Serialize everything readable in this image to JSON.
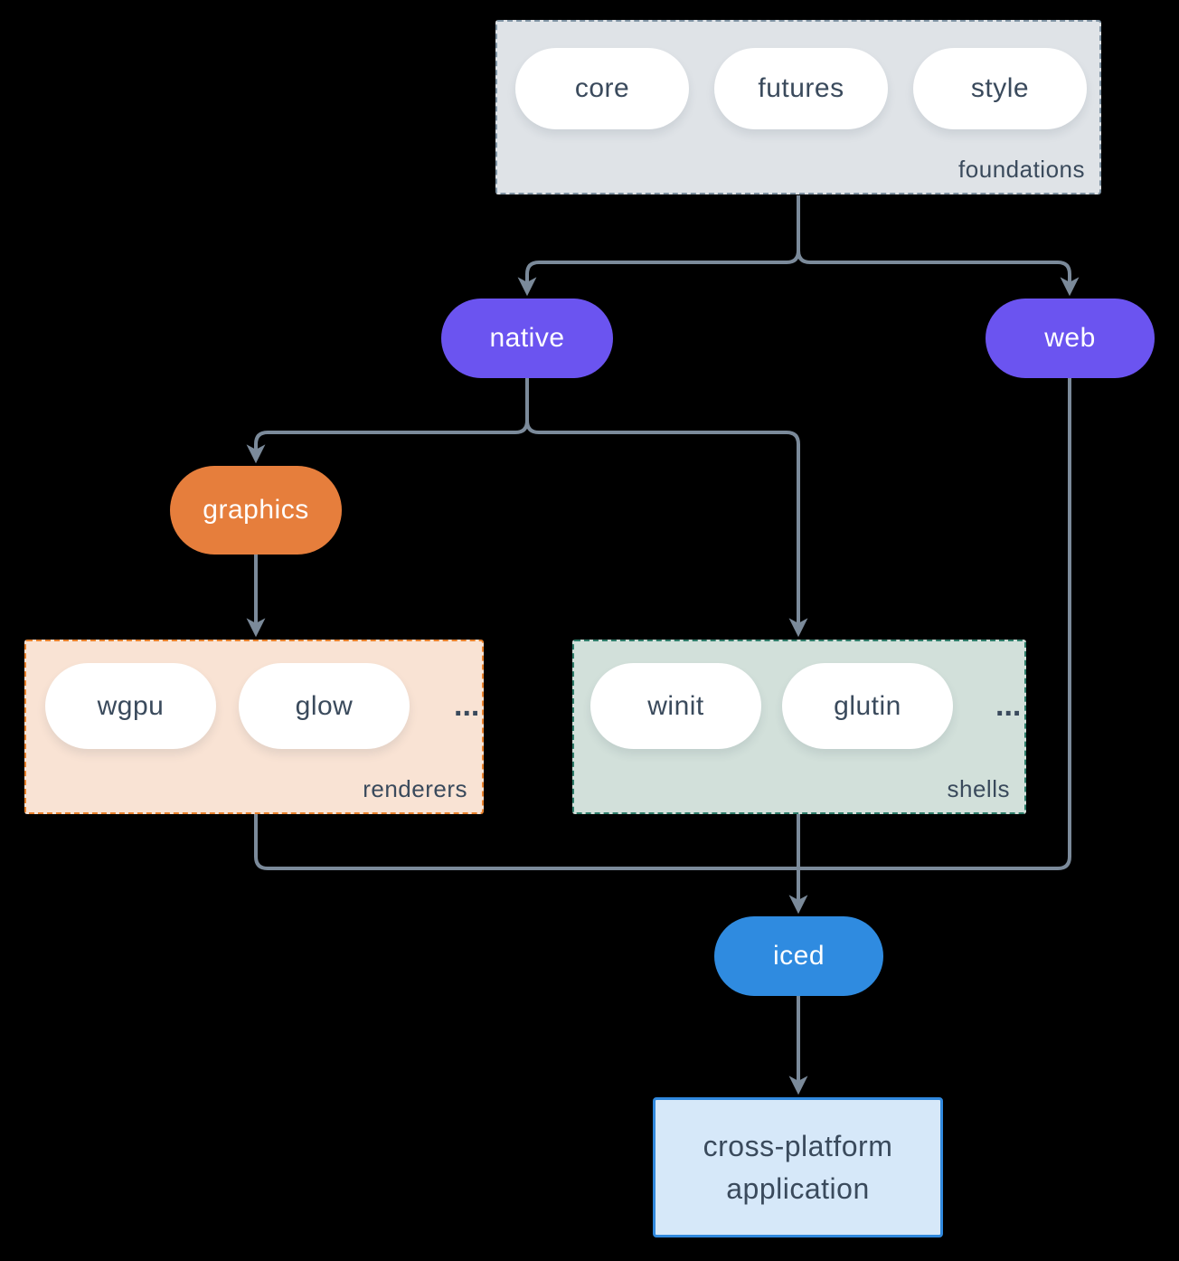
{
  "colors": {
    "background": "#000000",
    "connector": "#7b8a9a",
    "node_text": "#3a4a5c",
    "label_text": "#3a4a5c",
    "purple": "#6b54f0",
    "orange": "#e67e3c",
    "blue": "#2f8be0",
    "foundations_fill": "#dfe3e7",
    "foundations_border": "#7f93a3",
    "renderers_fill": "#f9e3d4",
    "renderers_border": "#e8812c",
    "shells_fill": "#d2e0da",
    "shells_border": "#2e7d6a",
    "app_fill": "#d6e8f9",
    "app_border": "#3088dd"
  },
  "groups": {
    "foundations": {
      "label": "foundations",
      "items": [
        "core",
        "futures",
        "style"
      ]
    },
    "renderers": {
      "label": "renderers",
      "items": [
        "wgpu",
        "glow"
      ],
      "ellipsis": "..."
    },
    "shells": {
      "label": "shells",
      "items": [
        "winit",
        "glutin"
      ],
      "ellipsis": "..."
    }
  },
  "nodes": {
    "native": {
      "label": "native"
    },
    "web": {
      "label": "web"
    },
    "graphics": {
      "label": "graphics"
    },
    "iced": {
      "label": "iced"
    },
    "application": {
      "lines": [
        "cross-platform",
        "application"
      ]
    }
  }
}
